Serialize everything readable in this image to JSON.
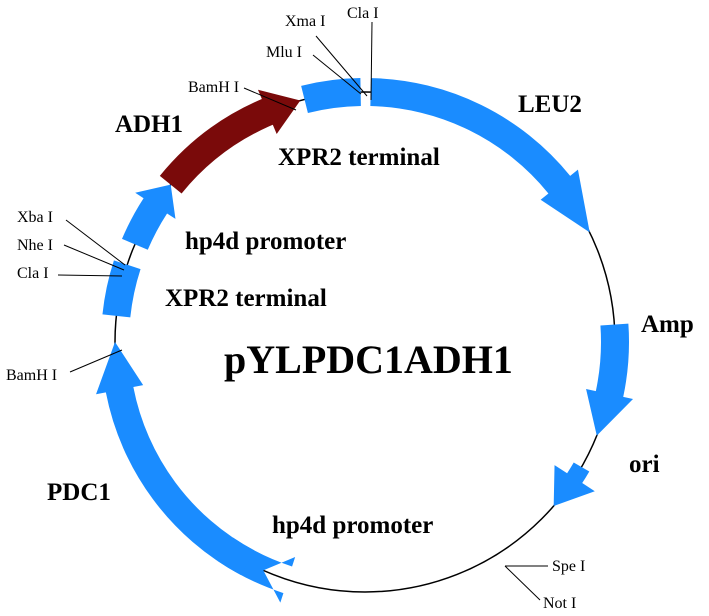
{
  "plasmid": {
    "name": "pYLPDC1ADH1",
    "colors": {
      "feature": "#1a8cff",
      "highlight": "#7a0a0a",
      "backbone": "#000000"
    }
  },
  "features": [
    {
      "id": "leu2",
      "label": "LEU2",
      "color": "#1a8cff"
    },
    {
      "id": "amp",
      "label": "Amp",
      "color": "#1a8cff"
    },
    {
      "id": "ori",
      "label": "ori",
      "color": "#1a8cff"
    },
    {
      "id": "hp4d-promoter-bottom",
      "label": "hp4d promoter",
      "color": "#1a8cff"
    },
    {
      "id": "pdc1",
      "label": "PDC1",
      "color": "#1a8cff"
    },
    {
      "id": "xpr2-terminal-left",
      "label": "XPR2 terminal",
      "color": "#1a8cff"
    },
    {
      "id": "hp4d-promoter-left",
      "label": "hp4d promoter",
      "color": "#1a8cff"
    },
    {
      "id": "adh1",
      "label": "ADH1",
      "color": "#7a0a0a"
    },
    {
      "id": "xpr2-terminal-top",
      "label": "XPR2 terminal",
      "color": "#1a8cff"
    }
  ],
  "sites": [
    {
      "id": "xma1",
      "label": "Xma I"
    },
    {
      "id": "cla1-top",
      "label": "Cla I"
    },
    {
      "id": "mlu1",
      "label": "Mlu I"
    },
    {
      "id": "bamh1-top",
      "label": "BamH I"
    },
    {
      "id": "xba1",
      "label": "Xba I"
    },
    {
      "id": "nhe1",
      "label": "Nhe I"
    },
    {
      "id": "cla1-left",
      "label": "Cla I"
    },
    {
      "id": "bamh1-left",
      "label": "BamH I"
    },
    {
      "id": "spe1",
      "label": "Spe I"
    },
    {
      "id": "not1",
      "label": "Not I"
    }
  ]
}
